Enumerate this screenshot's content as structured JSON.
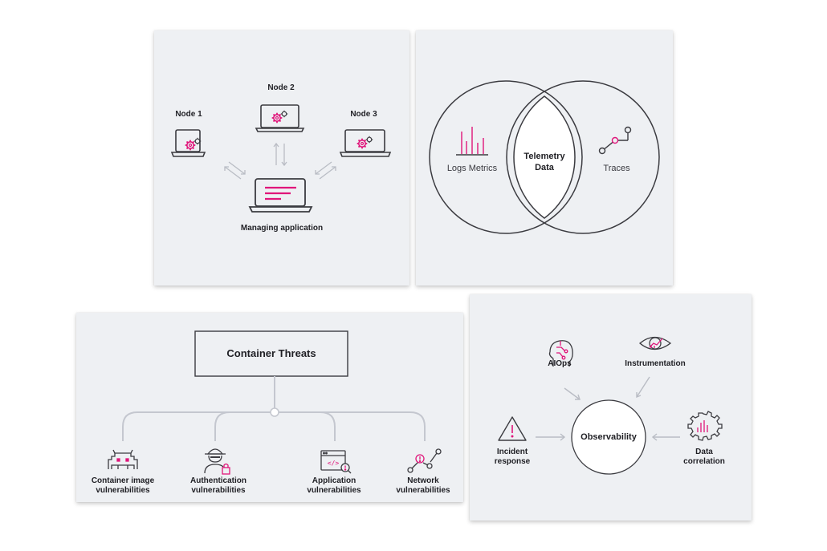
{
  "panels": {
    "nodes": {
      "node1": "Node 1",
      "node2": "Node 2",
      "node3": "Node 3",
      "managing": "Managing application"
    },
    "telemetry": {
      "logs_metrics": "Logs Metrics",
      "center_line1": "Telemetry",
      "center_line2": "Data",
      "traces": "Traces"
    },
    "threats": {
      "title": "Container Threats",
      "items": [
        {
          "line1": "Container image",
          "line2": "vulnerabilities"
        },
        {
          "line1": "Authentication",
          "line2": "vulnerabilities"
        },
        {
          "line1": "Application",
          "line2": "vulnerabilities"
        },
        {
          "line1": "Network",
          "line2": "vulnerabilities"
        }
      ]
    },
    "observability": {
      "center": "Observability",
      "aiops": "AIOps",
      "instrumentation": "Instrumentation",
      "incident_line1": "Incident",
      "incident_line2": "response",
      "correlation_line1": "Data",
      "correlation_line2": "correlation"
    }
  },
  "colors": {
    "panel_bg": "#eef0f3",
    "accent_magenta": "#e0157a",
    "stroke_dark": "#3b3b40",
    "arrow_gray": "#b9bcc4"
  },
  "icons": [
    "laptop-gear-icon",
    "laptop-document-icon",
    "bar-chart-icon",
    "trace-icon",
    "space-invader-icon",
    "hacker-lock-icon",
    "browser-code-icon",
    "network-alert-icon",
    "brain-circuit-icon",
    "eye-chart-icon",
    "warning-triangle-icon",
    "gear-chart-icon"
  ]
}
